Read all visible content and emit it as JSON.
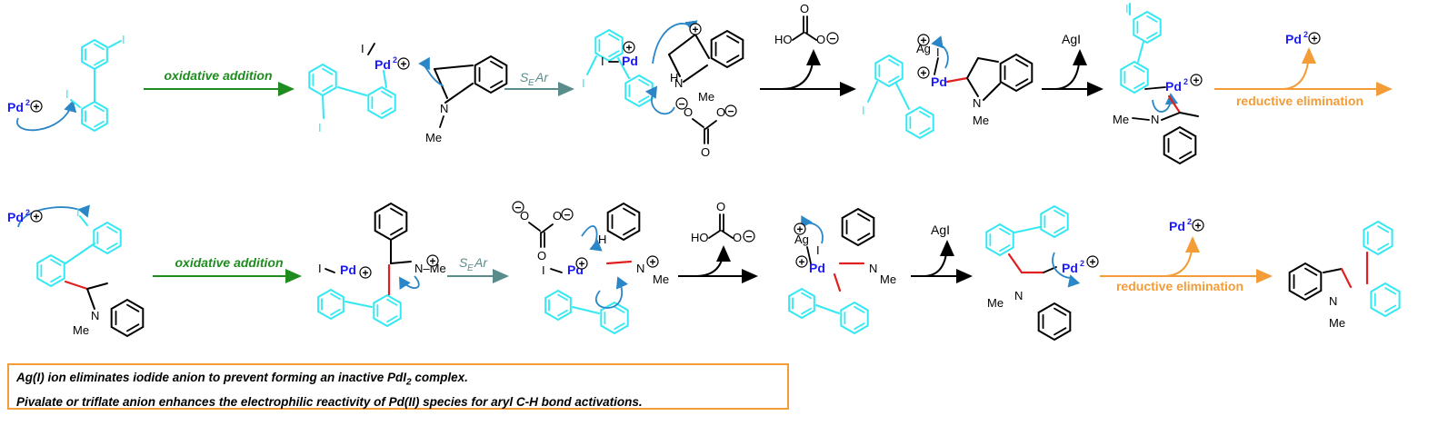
{
  "colors": {
    "cyan": "#33e8f2",
    "blue_metal": "#1a1aff",
    "arrow_blue": "#2a86c6",
    "green": "#1e8c1e",
    "teal": "#5a8c8c",
    "orange": "#f39c38",
    "red_bond": "#e02020",
    "black": "#000000"
  },
  "labels": {
    "oxidative_addition": "oxidative addition",
    "sear_main": "S",
    "sear_sub": "E",
    "sear_tail": "Ar",
    "reductive_elimination": "reductive elimination",
    "pd2plus": "Pd",
    "pd_sup": "2",
    "pd": "Pd",
    "iodine": "I",
    "agi": "AgI",
    "ag": "Ag",
    "ho": "HO",
    "o": "O",
    "h": "H",
    "n": "N",
    "me": "Me",
    "nme": "N–Me",
    "plus": "+",
    "minus": "−"
  },
  "notes": {
    "line1_a": "Ag(I) ion eliminates iodide anion to prevent forming an inactive PdI",
    "line1_sub": "2",
    "line1_b": " complex.",
    "line2": "Pivalate or triflate anion enhances the electrophilic reactivity of Pd(II) species for aryl C-H bond activations."
  }
}
